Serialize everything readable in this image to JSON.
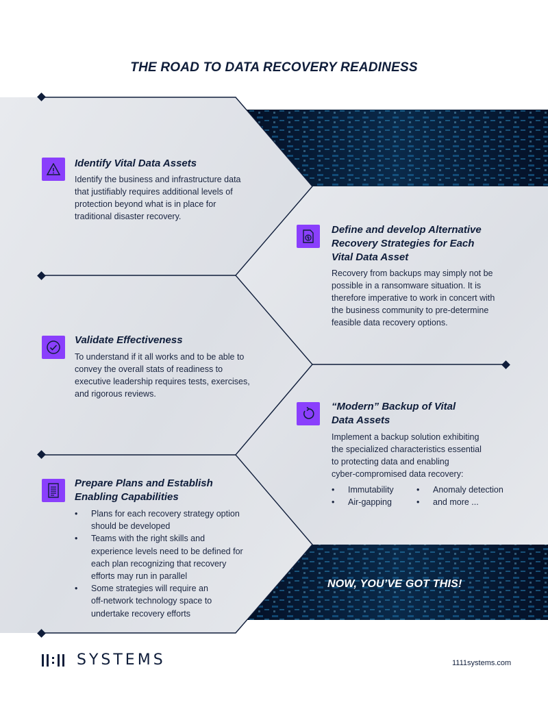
{
  "title": "THE ROAD TO DATA RECOVERY READINESS",
  "sections": {
    "identify": {
      "heading": "Identify Vital Data Assets",
      "lines": [
        "Identify the business and infrastructure data",
        "that justifiably requires additional levels of",
        "protection beyond what is in place for",
        "traditional disaster recovery."
      ],
      "icon": "warning-triangle-icon"
    },
    "define": {
      "heading_lines": [
        "Define and develop Alternative",
        "Recovery Strategies for Each",
        "Vital Data Asset"
      ],
      "lines": [
        "Recovery from backups may simply not be",
        "possible in a ransomware situation. It is",
        "therefore imperative to work in concert with",
        "the business community to pre-determine",
        "feasible data recovery options."
      ],
      "icon": "document-strategy-icon"
    },
    "validate": {
      "heading": "Validate Effectiveness",
      "lines": [
        "To understand if it all works and to be able to",
        "convey the overall stats of readiness to",
        "executive leadership requires tests, exercises,",
        "and rigorous reviews."
      ],
      "icon": "checkmark-circle-icon"
    },
    "modern": {
      "heading_lines": [
        "“Modern” Backup of Vital",
        "Data Assets"
      ],
      "lines": [
        "Implement a backup solution exhibiting",
        "the specialized characteristics essential",
        "to protecting data and enabling",
        "cyber-compromised data recovery:"
      ],
      "bullets": [
        "Immutability",
        "Anomaly detection",
        "Air-gapping",
        "and more ..."
      ],
      "icon": "refresh-arrow-icon"
    },
    "prepare": {
      "heading_lines": [
        "Prepare Plans and Establish",
        "Enabling Capabilities"
      ],
      "bullets": [
        [
          "Plans for each recovery strategy option",
          "should be developed"
        ],
        [
          "Teams with the right skills and",
          "experience levels need to be defined for",
          "each plan recognizing that recovery",
          "efforts may run in parallel"
        ],
        [
          "Some strategies will require an",
          "off-network technology space to",
          "undertake recovery efforts"
        ]
      ],
      "icon": "plan-document-icon"
    }
  },
  "cta": "NOW, YOU’VE GOT THIS!",
  "footer": {
    "logo_text": "SYSTEMS",
    "url": "1111systems.com"
  },
  "colors": {
    "navy": "#0f1d3a",
    "accent_purple": "#8a3ffc",
    "panel_gray": "#e4e6eb",
    "dark_image": "#06142a"
  }
}
